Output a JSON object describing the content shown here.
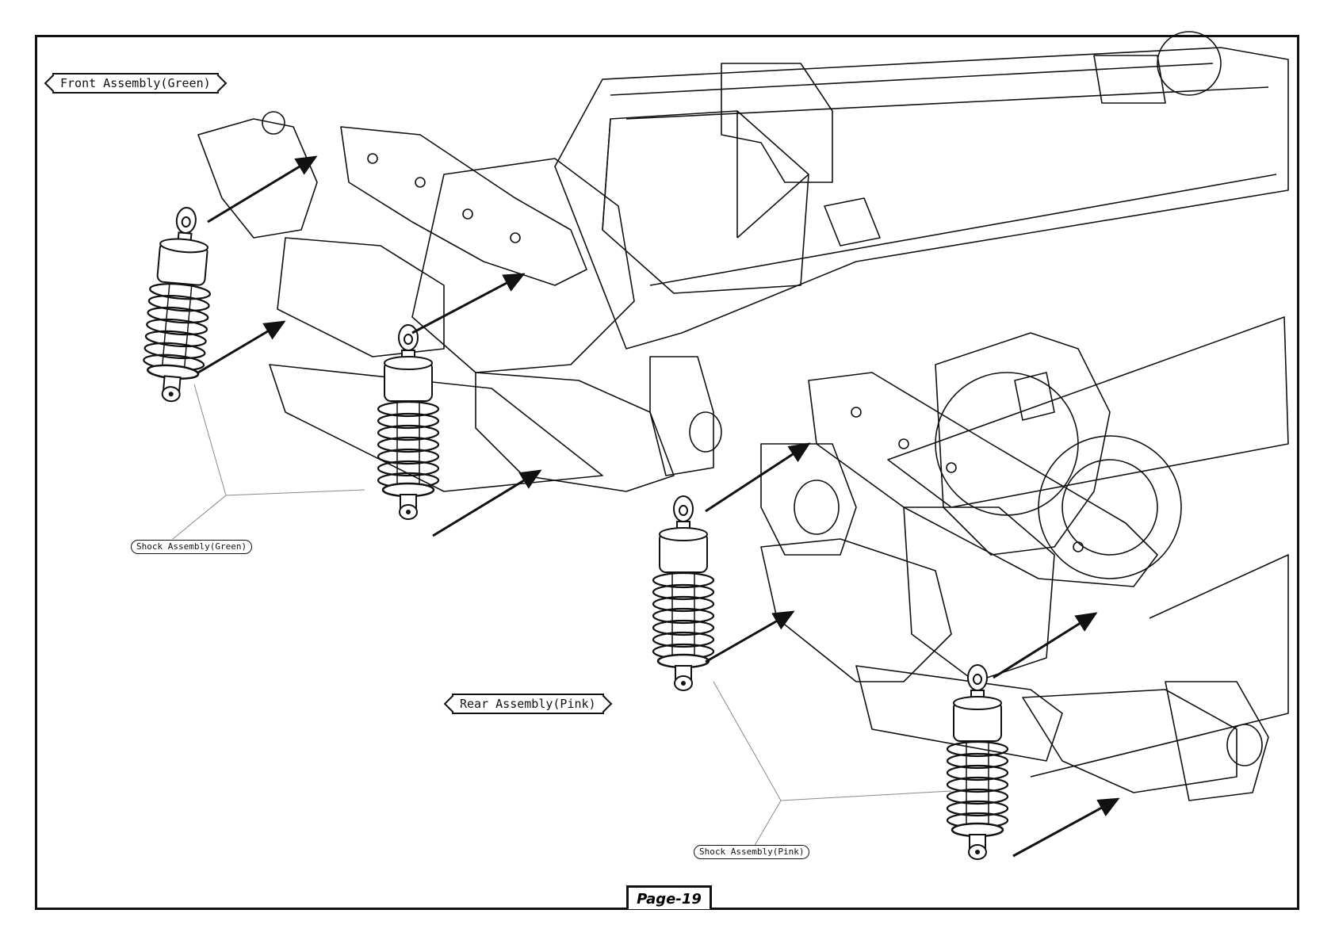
{
  "labels": {
    "front_assembly": "Front Assembly(Green)",
    "rear_assembly": "Rear Assembly(Pink)",
    "front_shock": "Shock Assembly(Green)",
    "rear_shock": "Shock Assembly(Pink)"
  },
  "page_number": "Page-19",
  "colors": {
    "line": "#111111",
    "paper": "#ffffff"
  }
}
